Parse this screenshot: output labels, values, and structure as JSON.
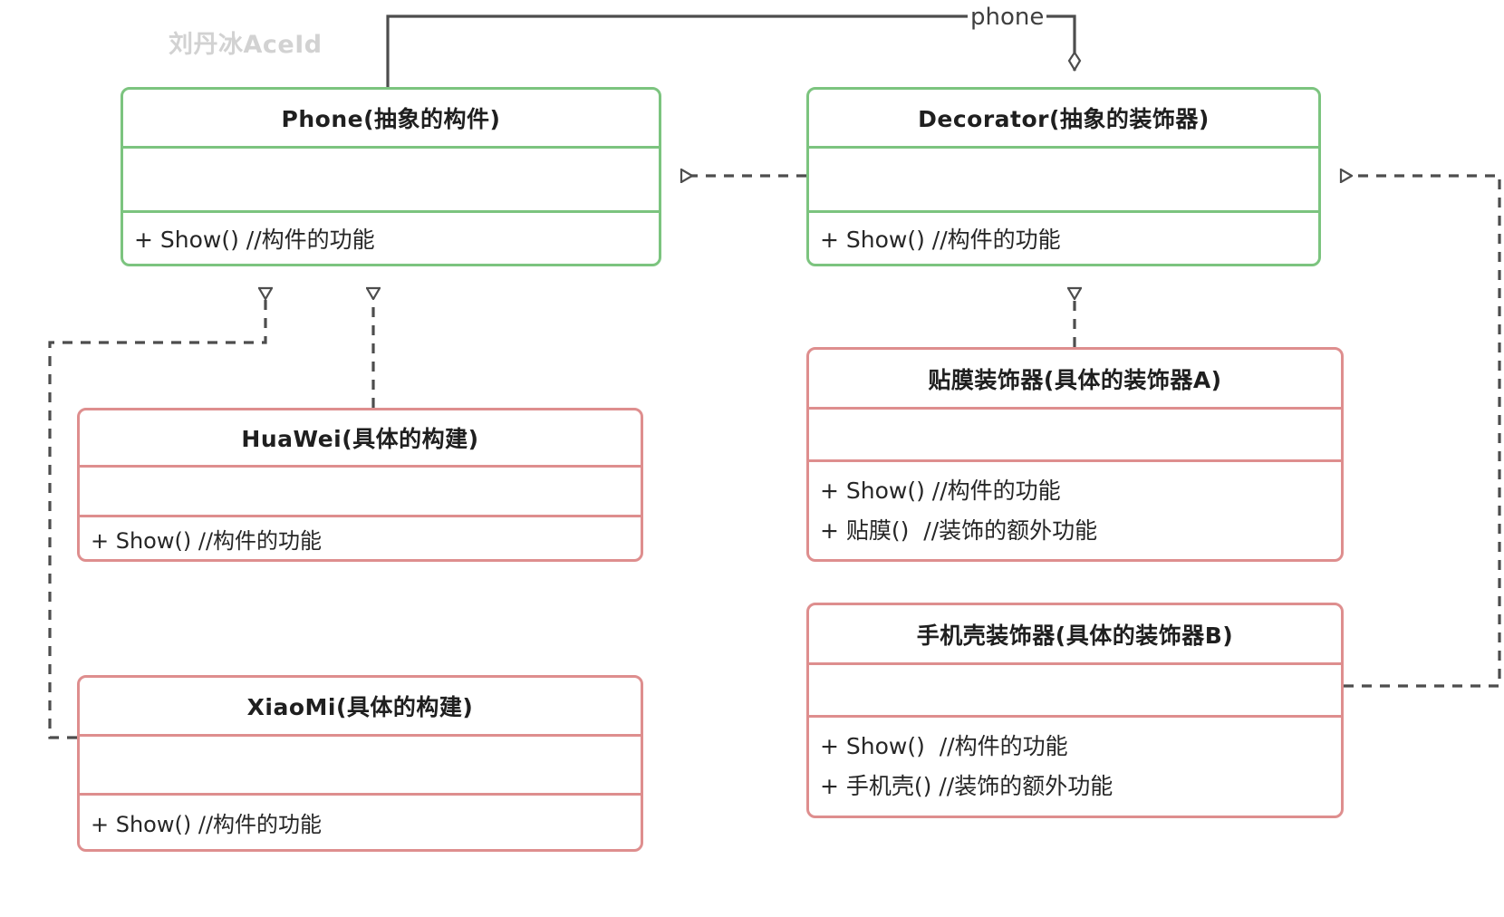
{
  "diagram": {
    "title_watermark": "刘丹冰AceId",
    "colors": {
      "abstract_border": "#7cc47f",
      "concrete_border": "#de8e8e",
      "edge": "#4d4d4d",
      "text": "#262626",
      "watermark": "#d2d2d2",
      "background": "#ffffff"
    },
    "edge_labels": {
      "aggregation": "phone"
    },
    "classes": [
      {
        "id": "phone",
        "name": "Phone(抽象的构件)",
        "stereotype": "abstract",
        "attributes": [],
        "operations": [
          "+ Show() //构件的功能"
        ]
      },
      {
        "id": "decorator",
        "name": "Decorator(抽象的装饰器)",
        "stereotype": "abstract",
        "attributes": [],
        "operations": [
          "+ Show() //构件的功能"
        ]
      },
      {
        "id": "huawei",
        "name": "HuaWei(具体的构建)",
        "stereotype": "concrete",
        "attributes": [],
        "operations": [
          "+ Show() //构件的功能"
        ]
      },
      {
        "id": "xiaomi",
        "name": "XiaoMi(具体的构建)",
        "stereotype": "concrete",
        "attributes": [],
        "operations": [
          "+ Show() //构件的功能"
        ]
      },
      {
        "id": "decorator-a",
        "name": "贴膜装饰器(具体的装饰器A)",
        "stereotype": "concrete",
        "attributes": [],
        "operations": [
          "+ Show() //构件的功能",
          "+ 贴膜()  //装饰的额外功能"
        ]
      },
      {
        "id": "decorator-b",
        "name": "手机壳装饰器(具体的装饰器B)",
        "stereotype": "concrete",
        "attributes": [],
        "operations": [
          "+ Show()  //构件的功能",
          "+ 手机壳() //装饰的额外功能"
        ]
      }
    ],
    "relations": [
      {
        "from": "decorator",
        "to": "phone",
        "type": "aggregation",
        "label": "phone"
      },
      {
        "from": "huawei",
        "to": "phone",
        "type": "realization",
        "label": ""
      },
      {
        "from": "xiaomi",
        "to": "phone",
        "type": "realization",
        "label": ""
      },
      {
        "from": "decorator",
        "to": "phone",
        "type": "realization",
        "label": ""
      },
      {
        "from": "decorator-a",
        "to": "decorator",
        "type": "realization",
        "label": ""
      },
      {
        "from": "decorator-b",
        "to": "decorator",
        "type": "realization",
        "label": ""
      }
    ]
  }
}
